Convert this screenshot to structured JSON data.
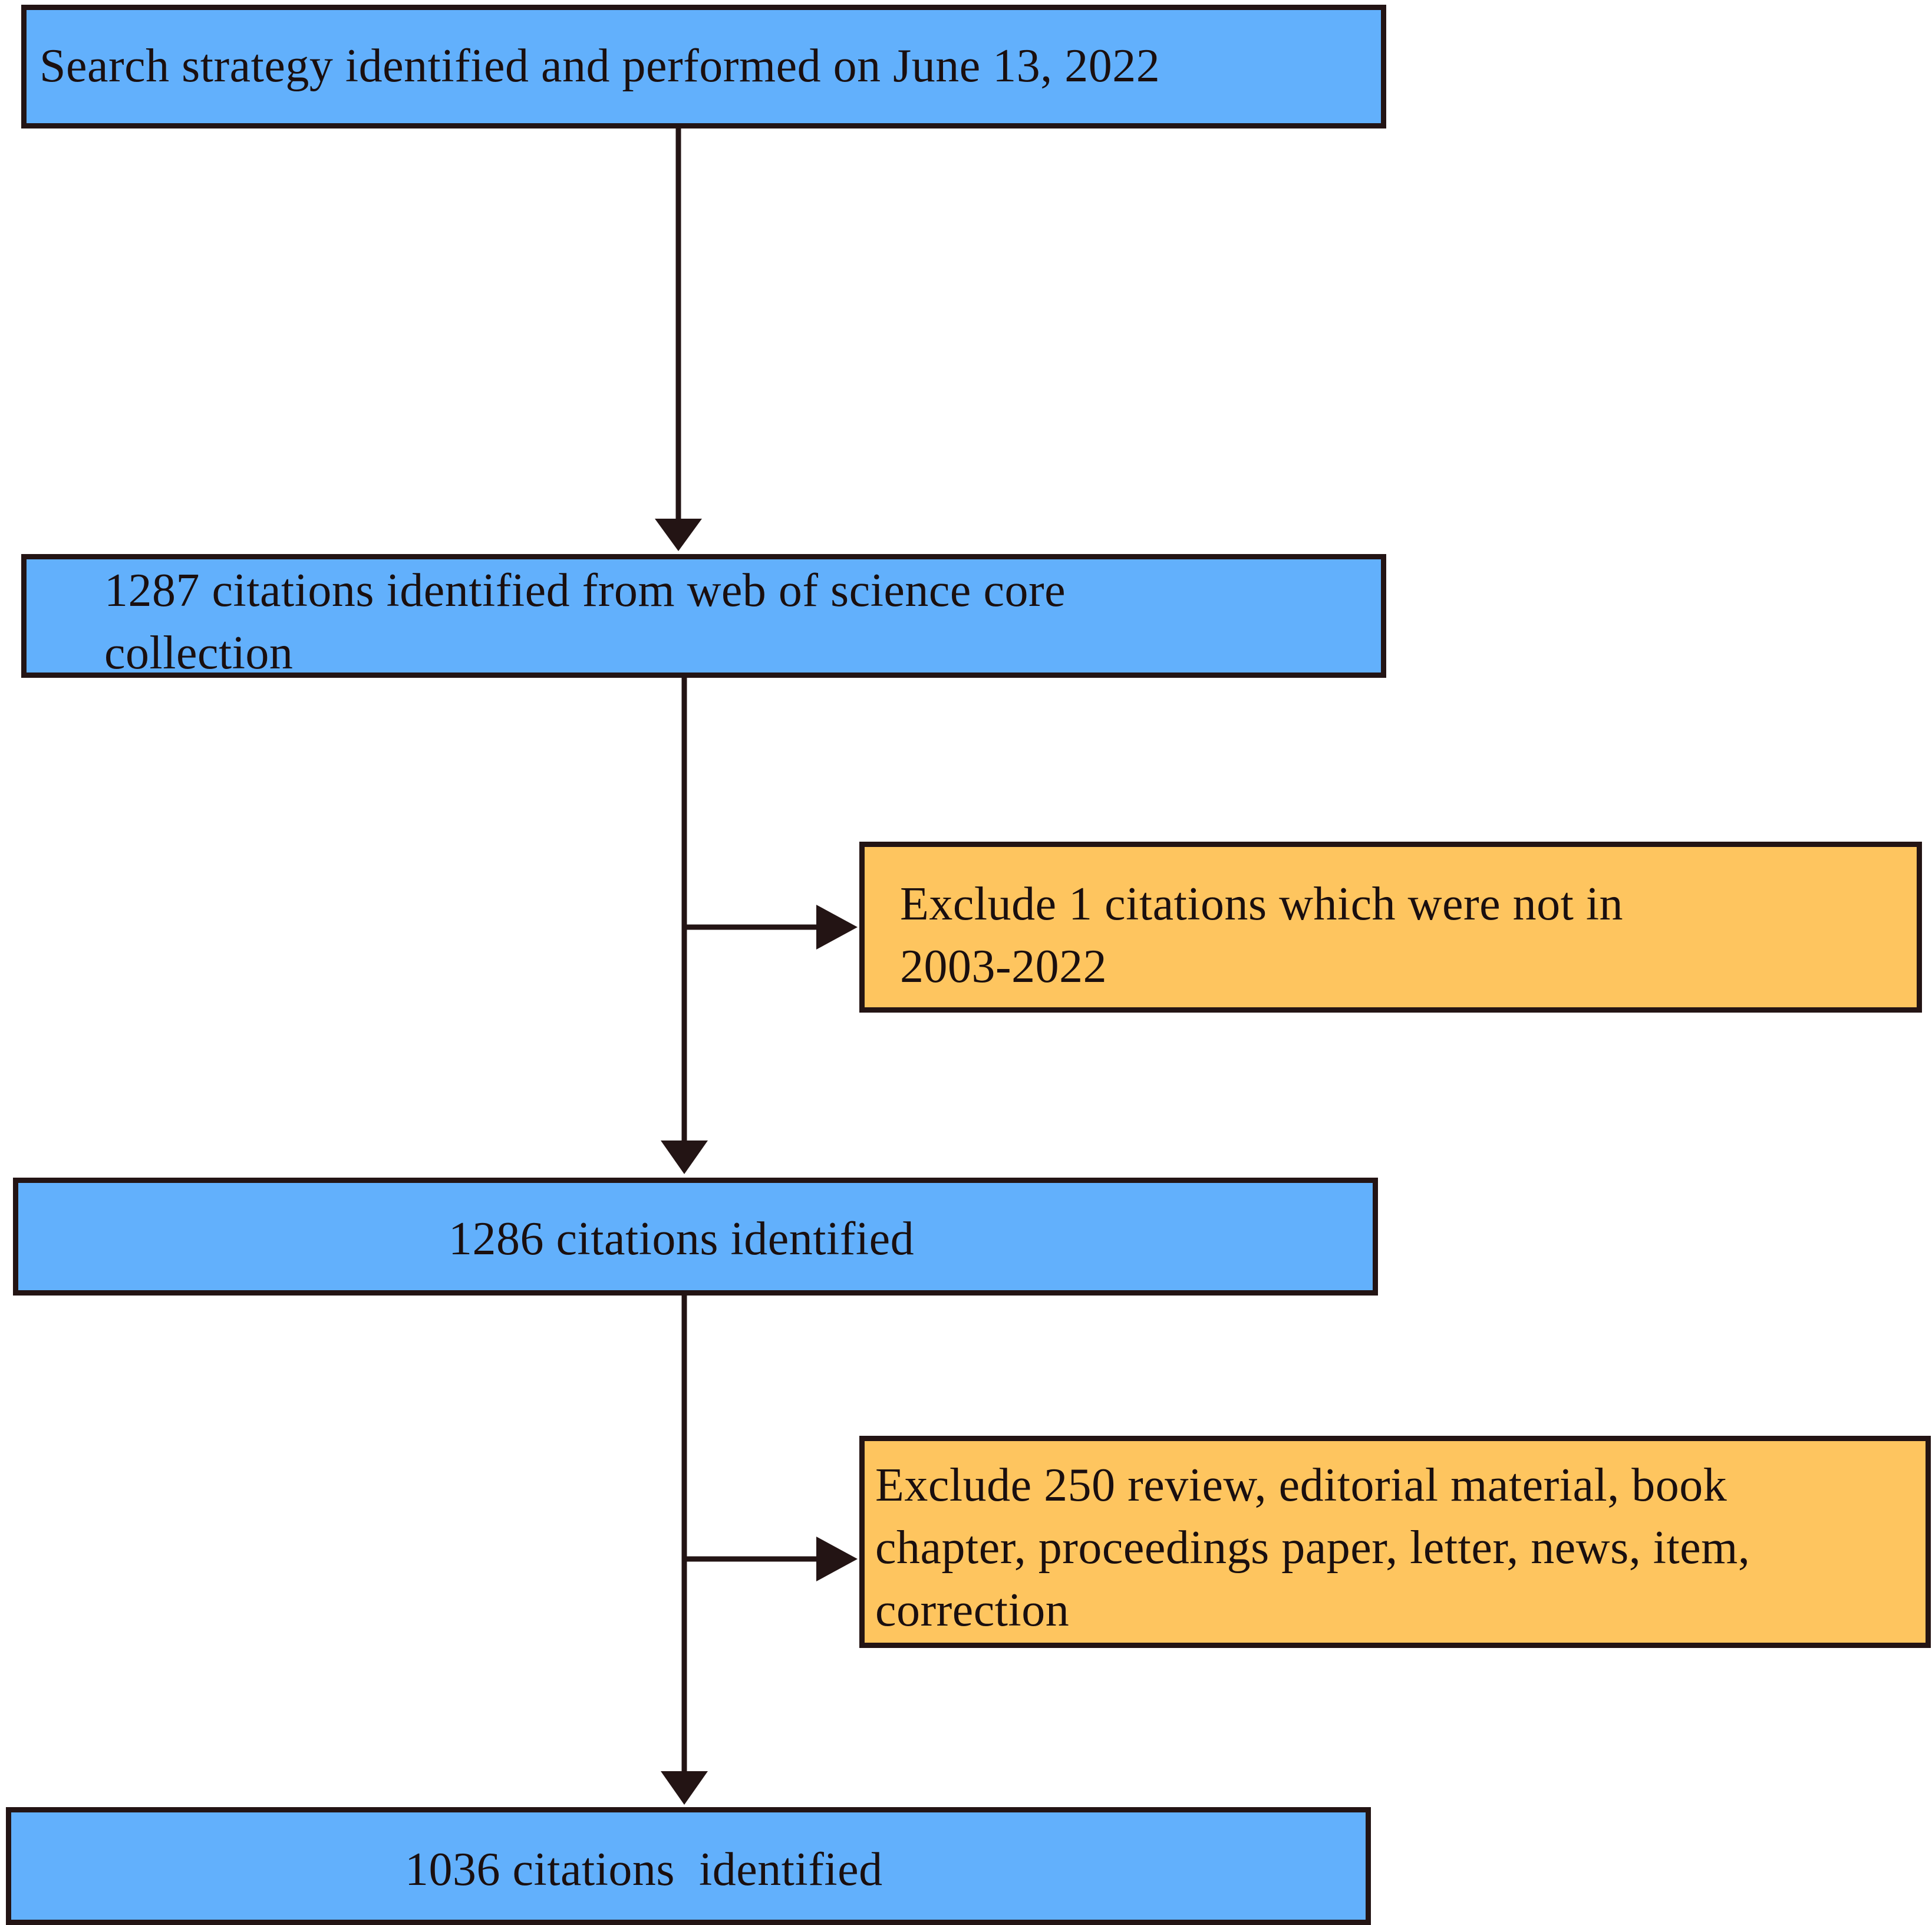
{
  "colors": {
    "process_fill": "#62b0fc",
    "exclusion_fill": "#fec55f",
    "stroke": "#231414"
  },
  "nodes": {
    "search": "Search strategy identified and performed on June 13, 2022",
    "identified_wos": "1287 citations identified from web of science core\ncollection",
    "exclude_years": "Exclude 1 citations which were not in\n2003-2022",
    "identified_1286": "1286 citations identified",
    "exclude_types": "Exclude 250 review, editorial material, book\nchapter, proceedings paper, letter, news, item,\ncorrection",
    "identified_1036": "1036 citations  identified"
  }
}
